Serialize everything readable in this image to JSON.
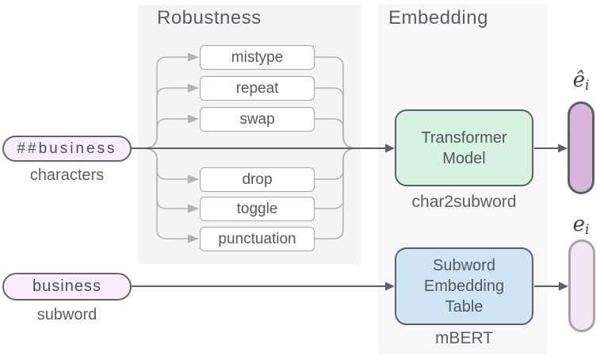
{
  "diagram": {
    "inputs": {
      "characters": {
        "pill_prefix": "##",
        "pill_word": "business",
        "caption": "characters"
      },
      "subword": {
        "pill_word": "business",
        "caption": "subword"
      }
    },
    "robustness": {
      "title": "Robustness",
      "operations": [
        "mistype",
        "repeat",
        "swap",
        "drop",
        "toggle",
        "punctuation"
      ]
    },
    "embedding": {
      "title": "Embedding",
      "transformer": {
        "label": "Transformer\nModel",
        "caption": "char2subword"
      },
      "table": {
        "label": "Subword\nEmbedding\nTable",
        "caption": "mBERT"
      }
    },
    "outputs": {
      "e_hat": {
        "base": "ê",
        "subscript": "i"
      },
      "e": {
        "base": "e",
        "subscript": "i"
      }
    },
    "colors": {
      "robustness_panel_bg": "#f4f4f5",
      "embedding_panel_bg": "#f7f7f8",
      "input_pill_fill": "#f8edfb",
      "input_pill_border": "#68646e",
      "output_hat_pill_fill": "#d8b5dd",
      "output_hat_pill_border": "#615d67",
      "output_pill_fill": "#f3e5f6",
      "output_pill_border": "#a9a2ad",
      "transformer_fill": "#d7f2e1",
      "table_fill": "#d0e4f6",
      "model_box_border": "#5c6066",
      "op_box_border": "#a4a4aa",
      "edge_light": "#b2b1b4",
      "edge_dark": "#5c6066",
      "text": "#5b5e64"
    }
  }
}
